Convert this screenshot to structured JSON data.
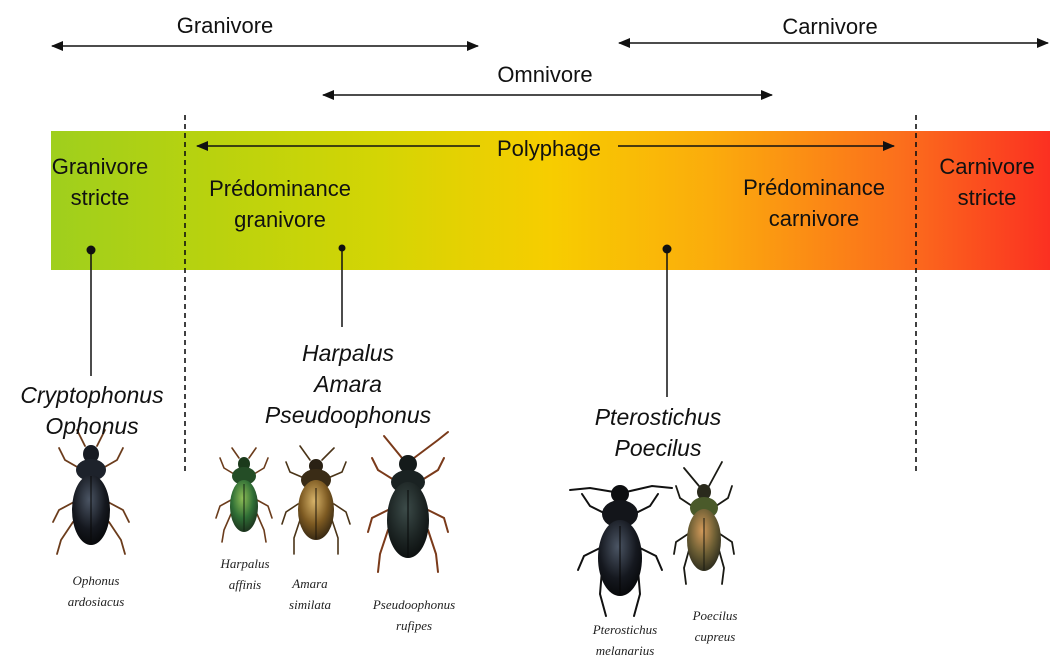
{
  "diet_ranges": {
    "granivore": "Granivore",
    "omnivore": "Omnivore",
    "carnivore": "Carnivore"
  },
  "spectrum": {
    "polyphage": "Polyphage",
    "granivore_stricte": [
      "Granivore",
      "stricte"
    ],
    "predominance_granivore": [
      "Prédominance",
      "granivore"
    ],
    "predominance_carnivore": [
      "Prédominance",
      "carnivore"
    ],
    "carnivore_stricte": [
      "Carnivore",
      "stricte"
    ],
    "colors": {
      "start": "#9fcf1d",
      "middle": "#f7cd00",
      "end": "#fb3021"
    }
  },
  "groups": [
    {
      "genera": [
        "Cryptophonus",
        "Ophonus"
      ],
      "species": [
        {
          "lines": [
            "Ophonus",
            "ardosiacus"
          ],
          "icon": "ground-beetle-icon"
        }
      ]
    },
    {
      "genera": [
        "Harpalus",
        "Amara",
        "Pseudoophonus"
      ],
      "species": [
        {
          "lines": [
            "Harpalus",
            "affinis"
          ],
          "icon": "ground-beetle-icon"
        },
        {
          "lines": [
            "Amara",
            "similata"
          ],
          "icon": "ground-beetle-icon"
        },
        {
          "lines": [
            "Pseudoophonus",
            "rufipes"
          ],
          "icon": "ground-beetle-icon"
        }
      ]
    },
    {
      "genera": [
        "Pterostichus",
        "Poecilus"
      ],
      "species": [
        {
          "lines": [
            "Pterostichus",
            "melanarius"
          ],
          "icon": "ground-beetle-icon"
        },
        {
          "lines": [
            "Poecilus",
            "cupreus"
          ],
          "icon": "ground-beetle-icon"
        }
      ]
    }
  ]
}
